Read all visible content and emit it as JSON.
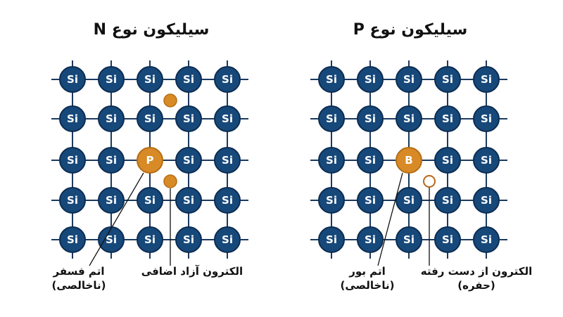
{
  "colors": {
    "lattice_line": "#1c3a60",
    "silicon_fill": "#17487a",
    "silicon_stroke": "#0c2d52",
    "dopant_fill": "#d88a26",
    "dopant_stroke": "#b56d14",
    "hole_stroke": "#b8671a",
    "text": "#111111"
  },
  "atom_symbol": "Si",
  "n_type": {
    "title": "سیلیکون نوع N",
    "dopant_symbol": "P",
    "dopant_label_line1": "اتم فسفر",
    "dopant_label_line2": "(ناخالصی)",
    "electron_label": "الکترون آزاد اضافی"
  },
  "p_type": {
    "title": "سیلیکون نوع P",
    "dopant_symbol": "B",
    "dopant_label_line1": "اتم بور",
    "dopant_label_line2": "(ناخالصی)",
    "hole_label_line1": "الکترون از دست رفته",
    "hole_label_line2": "(حفره)"
  }
}
